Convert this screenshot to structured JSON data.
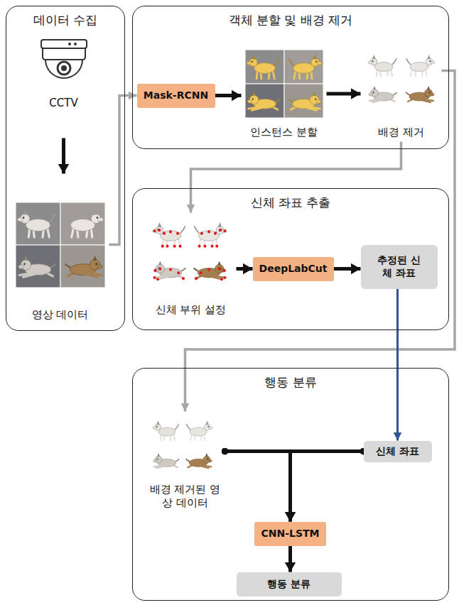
{
  "diagram": {
    "nodes": [
      {
        "text": [
          "데이터 수집"
        ]
      },
      {
        "text": [
          "CCTV"
        ],
        "in": 0
      },
      {
        "text": [
          "영상 데이터"
        ],
        "in": 0
      },
      {
        "text": [
          "객체 분할 및 배경 제거"
        ]
      },
      {
        "text": [
          "Mask-RCNN"
        ],
        "in": 3
      },
      {
        "text": [
          "인스턴스 분할"
        ],
        "in": 3
      },
      {
        "text": [
          "배경 제거"
        ],
        "in": 3
      },
      {
        "text": [
          "신체 좌표 추출"
        ]
      },
      {
        "text": [
          "신체 부위 설정"
        ],
        "in": 7
      },
      {
        "text": [
          "DeepLabCut"
        ],
        "in": 7
      },
      {
        "text": [
          "추정된 신체 좌표"
        ],
        "in": 7
      },
      {
        "text": [
          "행동 분류"
        ]
      },
      {
        "text": [
          "배경 제거된 영상 데이터"
        ],
        "in": 11
      },
      {
        "text": [
          "신체 좌표"
        ],
        "in": 11
      },
      {
        "text": [
          "CNN-LSTM"
        ],
        "in": 11
      },
      {
        "text": [
          "행동 분류"
        ],
        "in": 11
      }
    ],
    "edges": [
      {
        "from": 1,
        "to": 2,
        "arrow": "to"
      },
      {
        "from": 2,
        "to": 4,
        "arrow": "to"
      },
      {
        "from": 4,
        "to": 5,
        "arrow": "to"
      },
      {
        "from": 5,
        "to": 6,
        "arrow": "to"
      },
      {
        "from": 6,
        "to": 8,
        "arrow": "to"
      },
      {
        "from": 8,
        "to": 9,
        "arrow": "to"
      },
      {
        "from": 9,
        "to": 10,
        "arrow": "to"
      },
      {
        "from": 6,
        "to": 12,
        "arrow": "to"
      },
      {
        "from": 10,
        "to": 13,
        "arrow": "to"
      },
      {
        "from": 12,
        "to": 14,
        "arrow": "to"
      },
      {
        "from": 13,
        "to": 14,
        "arrow": "to"
      },
      {
        "from": 14,
        "to": 15,
        "arrow": "to"
      }
    ]
  }
}
